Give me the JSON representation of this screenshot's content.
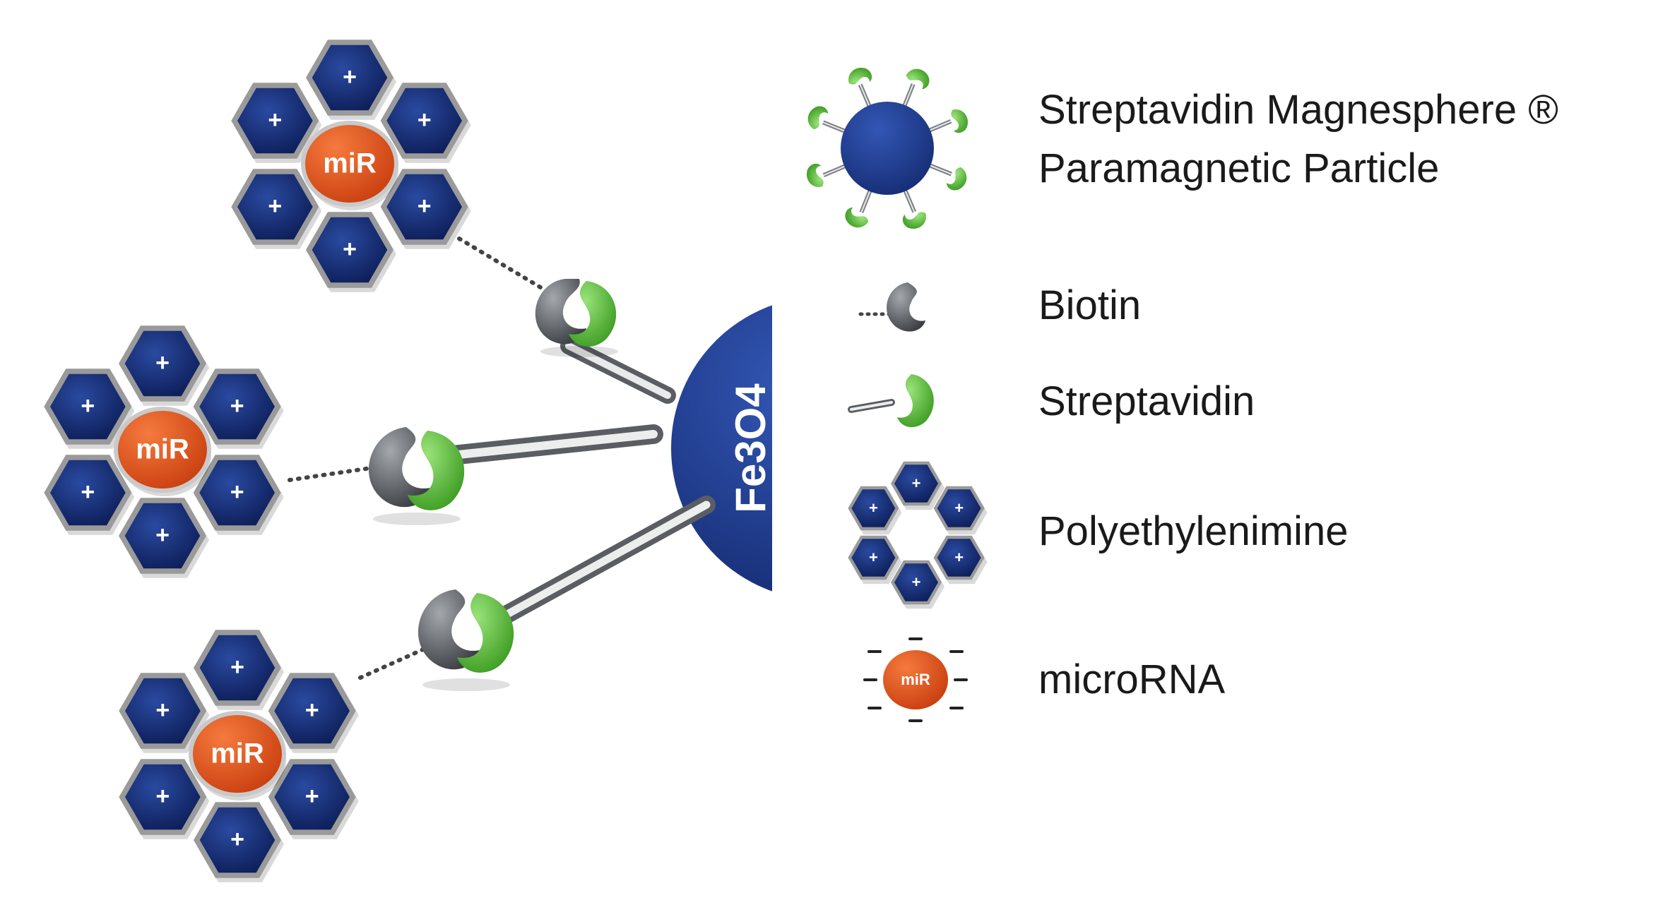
{
  "core": {
    "label": "Fe3O4"
  },
  "complexes": [
    {
      "center_label": "miR",
      "charge_symbol": "+"
    },
    {
      "center_label": "miR",
      "charge_symbol": "+"
    },
    {
      "center_label": "miR",
      "charge_symbol": "+"
    }
  ],
  "legend": [
    {
      "id": "particle",
      "lines": [
        "Streptavidin Magnesphere ®",
        "Paramagnetic Particle"
      ]
    },
    {
      "id": "biotin",
      "lines": [
        "Biotin"
      ]
    },
    {
      "id": "streptavidin",
      "lines": [
        "Streptavidin"
      ]
    },
    {
      "id": "pei",
      "lines": [
        "Polyethylenimine"
      ],
      "charge_symbol": "+"
    },
    {
      "id": "microrna",
      "lines": [
        "microRNA"
      ],
      "icon_label": "miR"
    }
  ],
  "colors": {
    "hex_fill": "#152a6e",
    "hex_border": "#8c8c8c",
    "core_fill": "#1a2f78",
    "mir_fill": "#e2521b",
    "streptavidin_green": "#5cbf3a",
    "biotin_gray": "#55595e"
  }
}
